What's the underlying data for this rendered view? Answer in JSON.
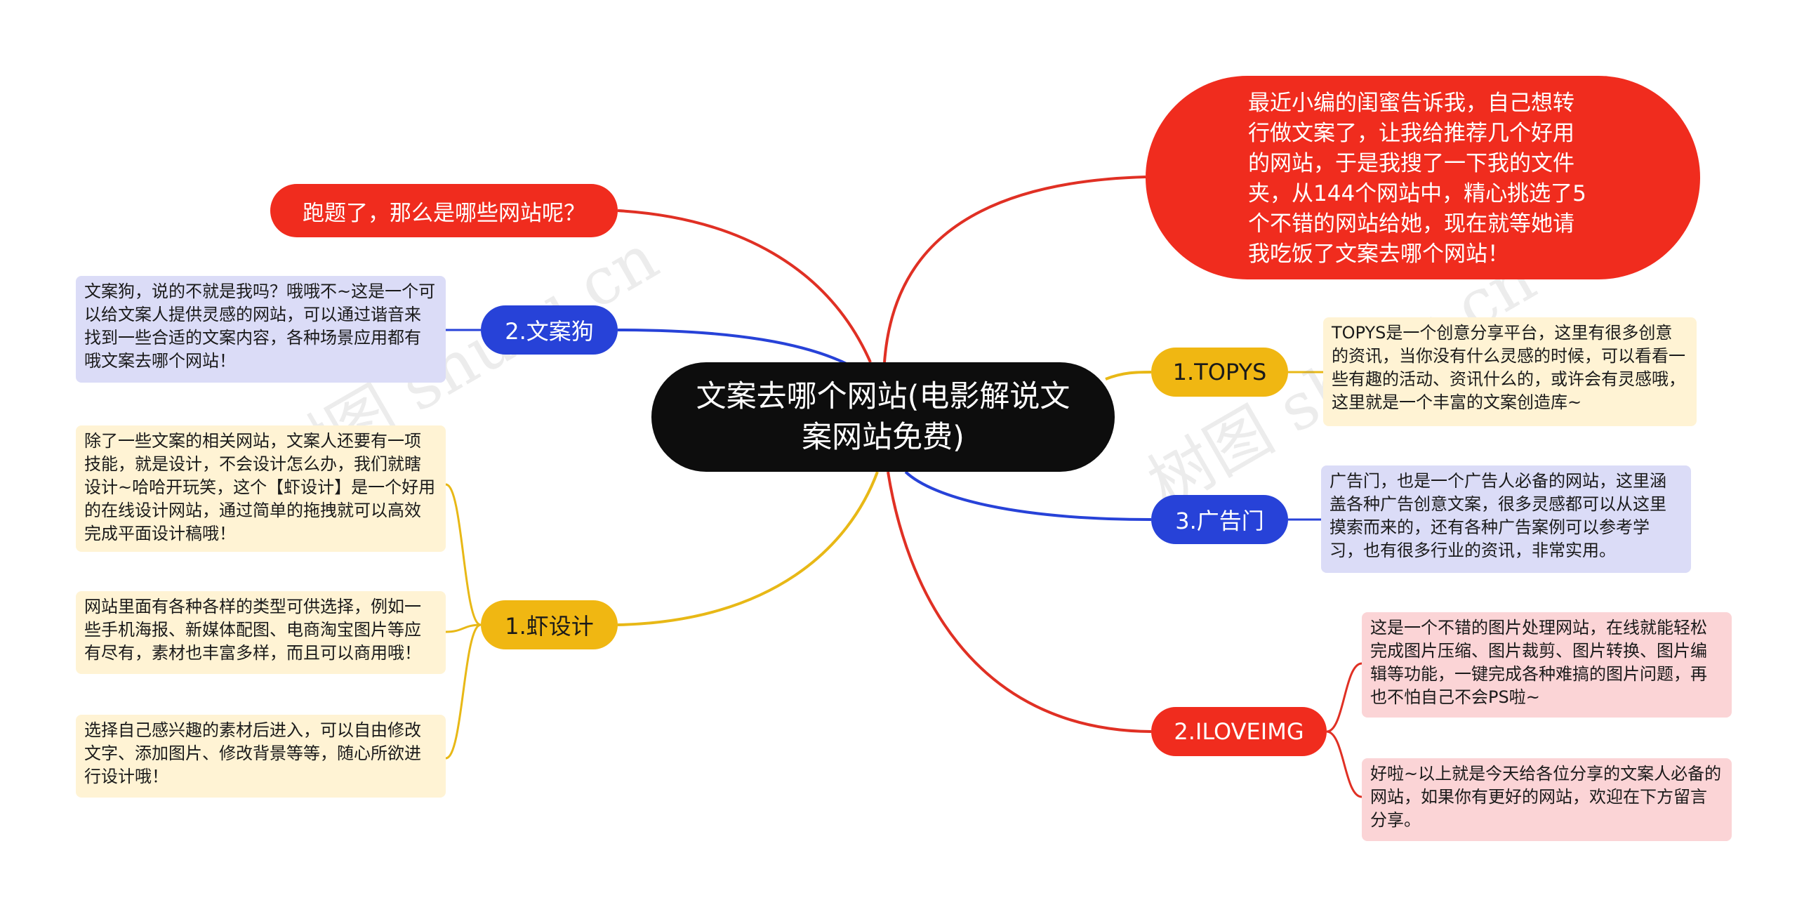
{
  "root": {
    "title": "文案去哪个网站(电影解说文案网站免费)"
  },
  "intro": {
    "text": "最近小编的闺蜜告诉我，自己想转行做文案了，让我给推荐几个好用的网站，于是我搜了一下我的文件夹，从144个网站中，精心挑选了5个不错的网站给她，现在就等她请我吃饭了文案去哪个网站！"
  },
  "digress": {
    "text": "跑题了，那么是哪些网站呢？"
  },
  "left_branches": {
    "wenangou": {
      "label": "2.文案狗",
      "details": [
        "文案狗，说的不就是我吗？哦哦不~这是一个可以给文案人提供灵感的网站，可以通过谐音来找到一些合适的文案内容，各种场景应用都有哦文案去哪个网站！"
      ]
    },
    "xiasheji": {
      "label": "1.虾设计",
      "details": [
        "除了一些文案的相关网站，文案人还要有一项技能，就是设计，不会设计怎么办，我们就瞎设计~哈哈开玩笑，这个【虾设计】是一个好用的在线设计网站，通过简单的拖拽就可以高效完成平面设计稿哦！",
        "网站里面有各种各样的类型可供选择，例如一些手机海报、新媒体配图、电商淘宝图片等应有尽有，素材也丰富多样，而且可以商用哦！",
        "选择自己感兴趣的素材后进入，可以自由修改文字、添加图片、修改背景等等，随心所欲进行设计哦！"
      ]
    }
  },
  "right_branches": {
    "topys": {
      "label": "1.TOPYS",
      "details": [
        "TOPYS是一个创意分享平台，这里有很多创意的资讯，当你没有什么灵感的时候，可以看看一些有趣的活动、资讯什么的，或许会有灵感哦，这里就是一个丰富的文案创造库~"
      ]
    },
    "guanggaomen": {
      "label": "3.广告门",
      "details": [
        "广告门，也是一个广告人必备的网站，这里涵盖各种广告创意文案，很多灵感都可以从这里摸索而来的，还有各种广告案例可以参考学习，也有很多行业的资讯，非常实用。"
      ]
    },
    "iloveimg": {
      "label": "2.ILOVEIMG",
      "details": [
        "这是一个不错的图片处理网站，在线就能轻松完成图片压缩、图片裁剪、图片转换、图片编辑等功能，一键完成各种难搞的图片问题，再也不怕自己不会PS啦~",
        "好啦~以上就是今天给各位分享的文案人必备的网站，如果你有更好的网站，欢迎在下方留言分享。"
      ]
    }
  },
  "watermarks": [
    "树图 shutu.cn",
    "树图 shutu.cn"
  ],
  "colors": {
    "root": "#0d0d0d",
    "red": "#f02c1e",
    "blue": "#2742d8",
    "yellow": "#f0b712",
    "leaf_blue": "#dbdcf7",
    "leaf_yellow": "#fff3d4",
    "leaf_pink": "#fbd4d6"
  }
}
